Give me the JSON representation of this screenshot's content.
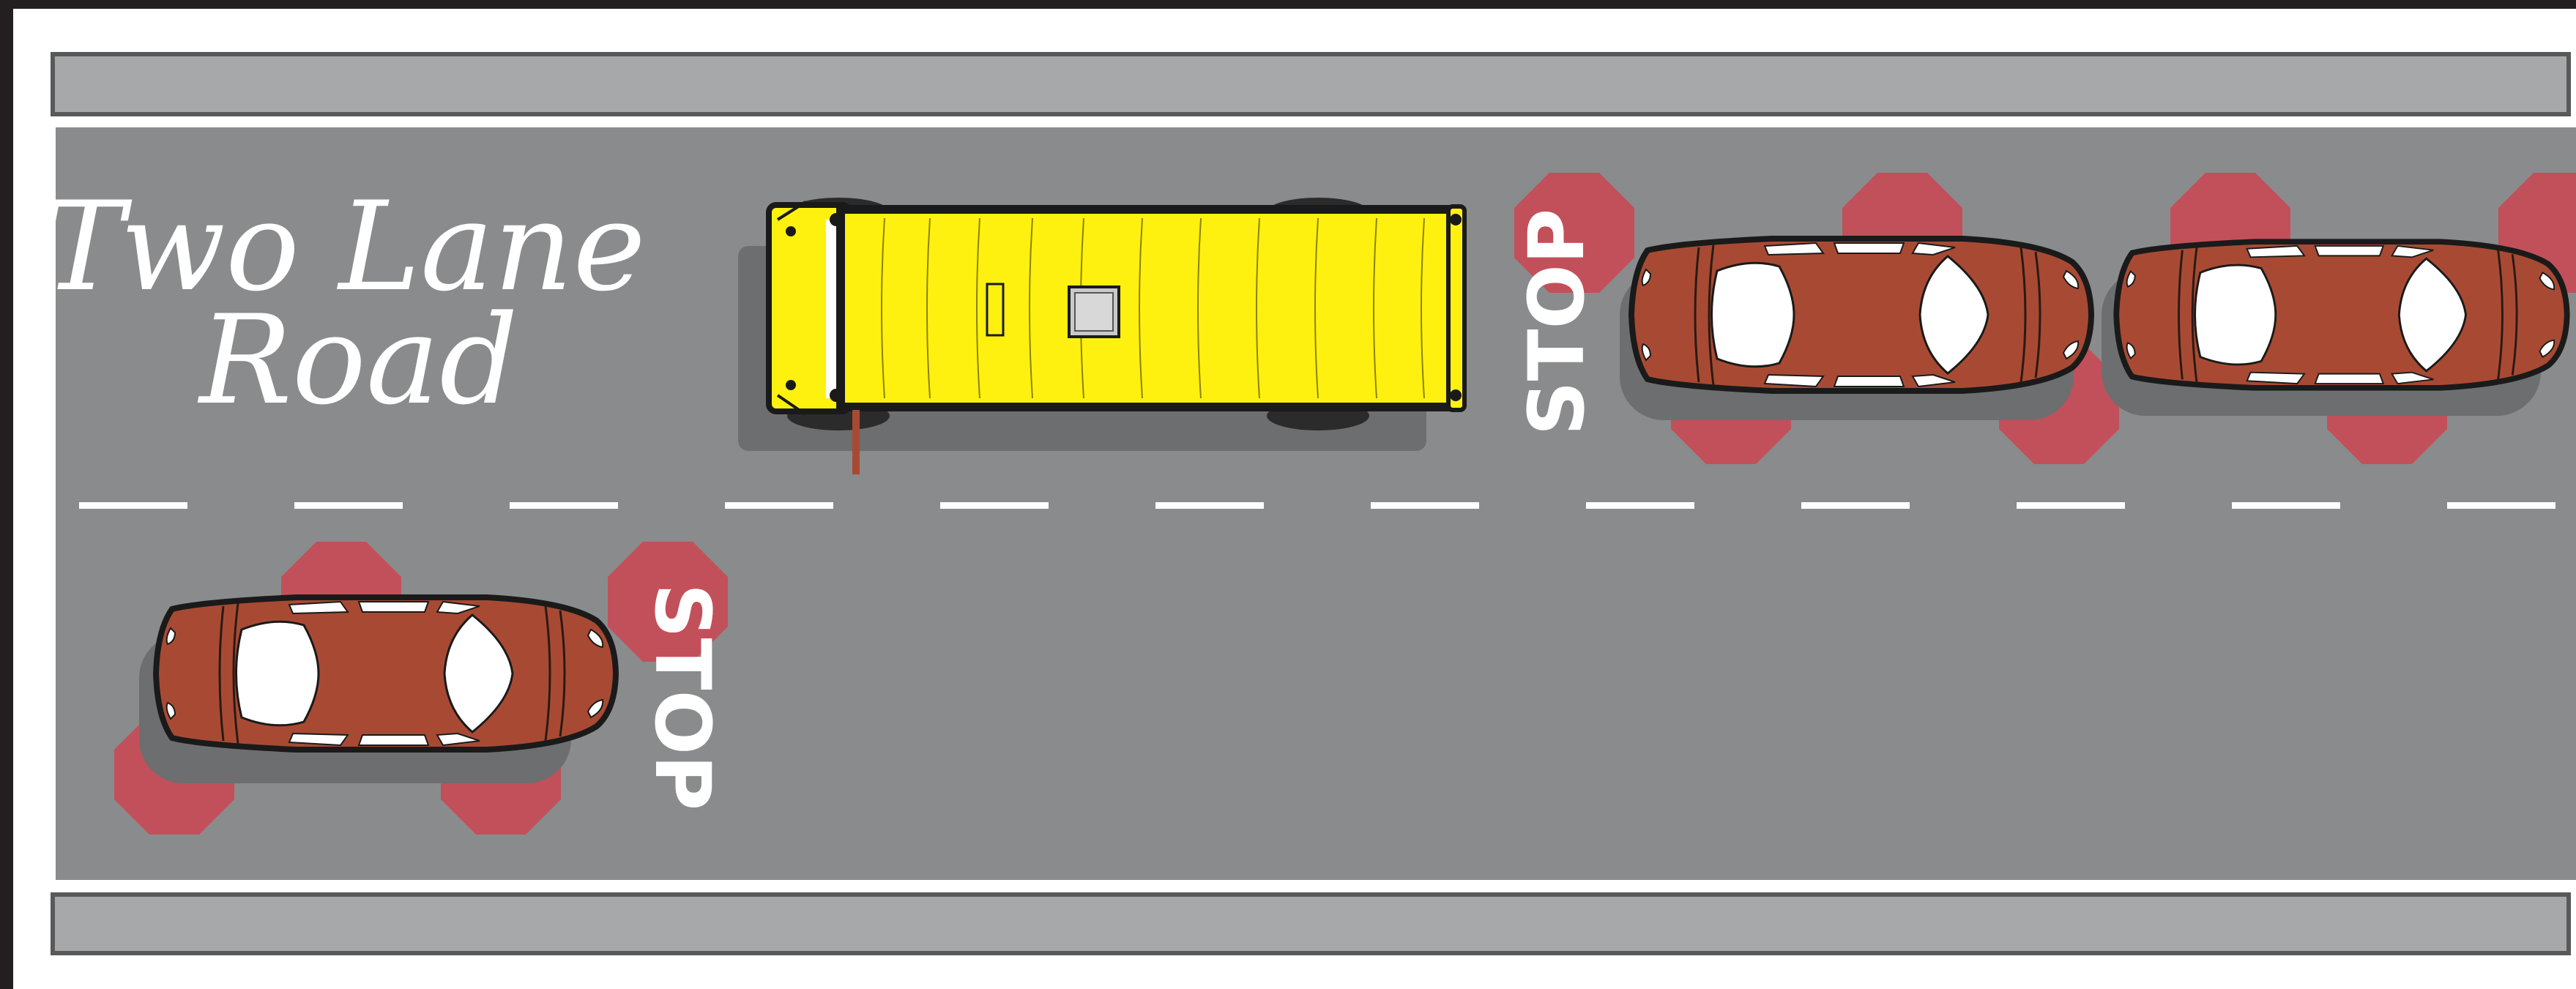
{
  "title": {
    "line1": "Two Lane",
    "line2": "Road"
  },
  "stop_signs": [
    {
      "label": "STOP"
    },
    {
      "label": "STOP"
    }
  ],
  "vehicles": [
    {
      "type": "school-bus",
      "lane": "upper",
      "color": "#FFF10F"
    },
    {
      "type": "car",
      "lane": "upper",
      "color": "#A84A33"
    },
    {
      "type": "car",
      "lane": "upper",
      "color": "#A84A33"
    },
    {
      "type": "car",
      "lane": "lower",
      "color": "#A84A33"
    }
  ],
  "colors": {
    "road": "#8A8B8D",
    "shoulder": "#A7A8AA",
    "stop_halo": "#C2505A",
    "lane_marking": "#FFFFFF"
  }
}
